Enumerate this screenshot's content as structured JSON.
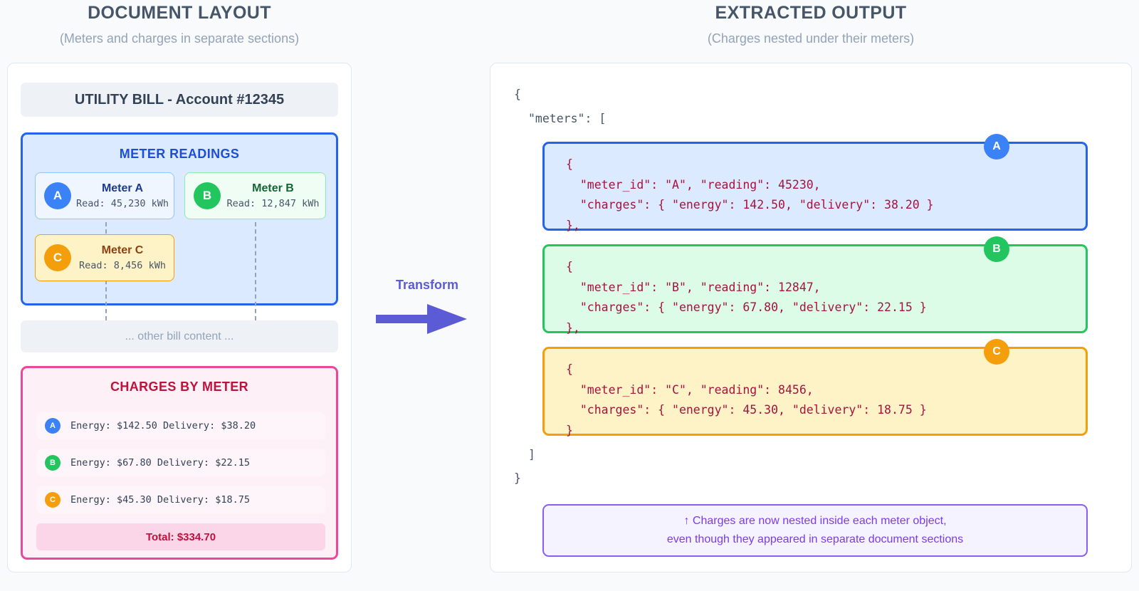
{
  "left": {
    "title": "DOCUMENT LAYOUT",
    "subtitle": "(Meters and charges in separate sections)",
    "bill_title": "UTILITY BILL - Account #12345",
    "meter_section_title": "METER READINGS",
    "meters": [
      {
        "badge": "A",
        "name": "Meter A",
        "read": "Read: 45,230 kWh"
      },
      {
        "badge": "B",
        "name": "Meter B",
        "read": "Read: 12,847 kWh"
      },
      {
        "badge": "C",
        "name": "Meter C",
        "read": "Read: 8,456 kWh"
      }
    ],
    "other_content": "... other bill content ...",
    "charges_section_title": "CHARGES BY METER",
    "charges": [
      {
        "badge": "A",
        "text": "Energy: $142.50 Delivery: $38.20"
      },
      {
        "badge": "B",
        "text": "Energy: $67.80 Delivery: $22.15"
      },
      {
        "badge": "C",
        "text": "Energy: $45.30 Delivery: $18.75"
      }
    ],
    "total": "Total: $334.70"
  },
  "transform": {
    "label": "Transform"
  },
  "right": {
    "title": "EXTRACTED OUTPUT",
    "subtitle": "(Charges nested under their meters)",
    "json_open": "{",
    "json_meters_key": "\"meters\": [",
    "json_close_array": "]",
    "json_close_object": "}",
    "blocks": [
      {
        "badge": "A",
        "code": "{\n  \"meter_id\": \"A\", \"reading\": 45230,\n  \"charges\": { \"energy\": 142.50, \"delivery\": 38.20 }\n},"
      },
      {
        "badge": "B",
        "code": "{\n  \"meter_id\": \"B\", \"reading\": 12847,\n  \"charges\": { \"energy\": 67.80, \"delivery\": 22.15 }\n},"
      },
      {
        "badge": "C",
        "code": "{\n  \"meter_id\": \"C\", \"reading\": 8456,\n  \"charges\": { \"energy\": 45.30, \"delivery\": 18.75 }\n}"
      }
    ],
    "note_line_1": "↑ Charges are now nested inside each meter object,",
    "note_line_2": "even though they appeared in separate document sections"
  },
  "colors": {
    "meter_a": "#3b82f6",
    "meter_b": "#22c55e",
    "meter_c": "#f59e0b",
    "charges_accent": "#ec4899",
    "transform_accent": "#5b5bd6",
    "note_accent": "#8b5cf6",
    "json_text": "#a8123c"
  }
}
